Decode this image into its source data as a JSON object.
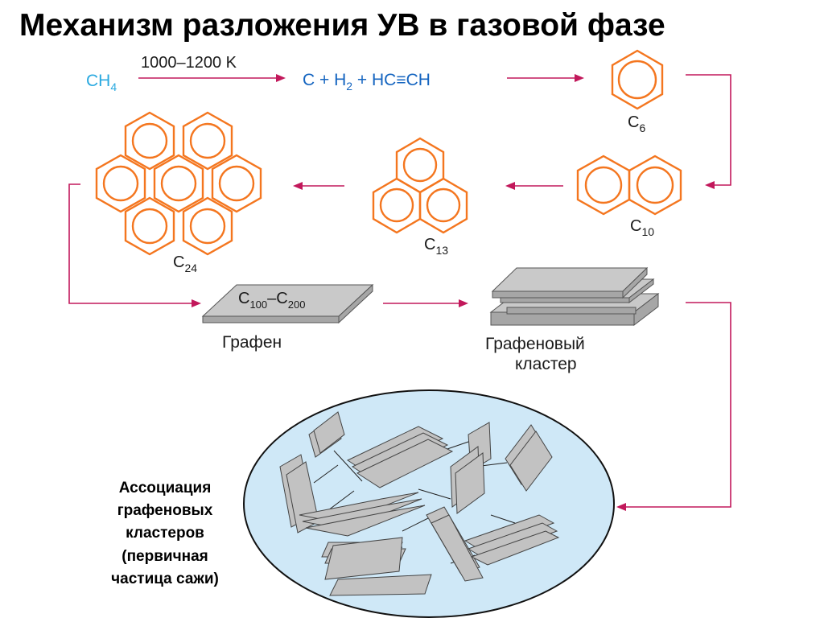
{
  "title": "Механизм разложения УВ в газовой фазе",
  "reaction": {
    "reactant": "CH",
    "reactant_sub": "4",
    "condition": "1000–1200 K",
    "products_a": "C + H",
    "products_a_sub": "2",
    "products_b": " + HC≡CH"
  },
  "molecules": {
    "c6": {
      "base": "C",
      "sub": "6"
    },
    "c10": {
      "base": "C",
      "sub": "10"
    },
    "c13": {
      "base": "C",
      "sub": "13"
    },
    "c24": {
      "base": "C",
      "sub": "24"
    }
  },
  "graphene": {
    "sheet_a": "C",
    "sheet_a_sub": "100",
    "sheet_dash": "–",
    "sheet_b": "C",
    "sheet_b_sub": "200",
    "label": "Графен"
  },
  "cluster": {
    "label_line1": "Графеновый",
    "label_line2": "кластер"
  },
  "soot": {
    "lines": [
      "Ассоциация",
      "графеновых",
      "кластеров",
      "(первичная",
      "частица сажи)"
    ]
  },
  "colors": {
    "ring": "#f4761f",
    "arrow": "#c2185b",
    "reactant": "#29a9e0",
    "products": "#1565c0",
    "particle_fill": "#cfe8f7"
  }
}
